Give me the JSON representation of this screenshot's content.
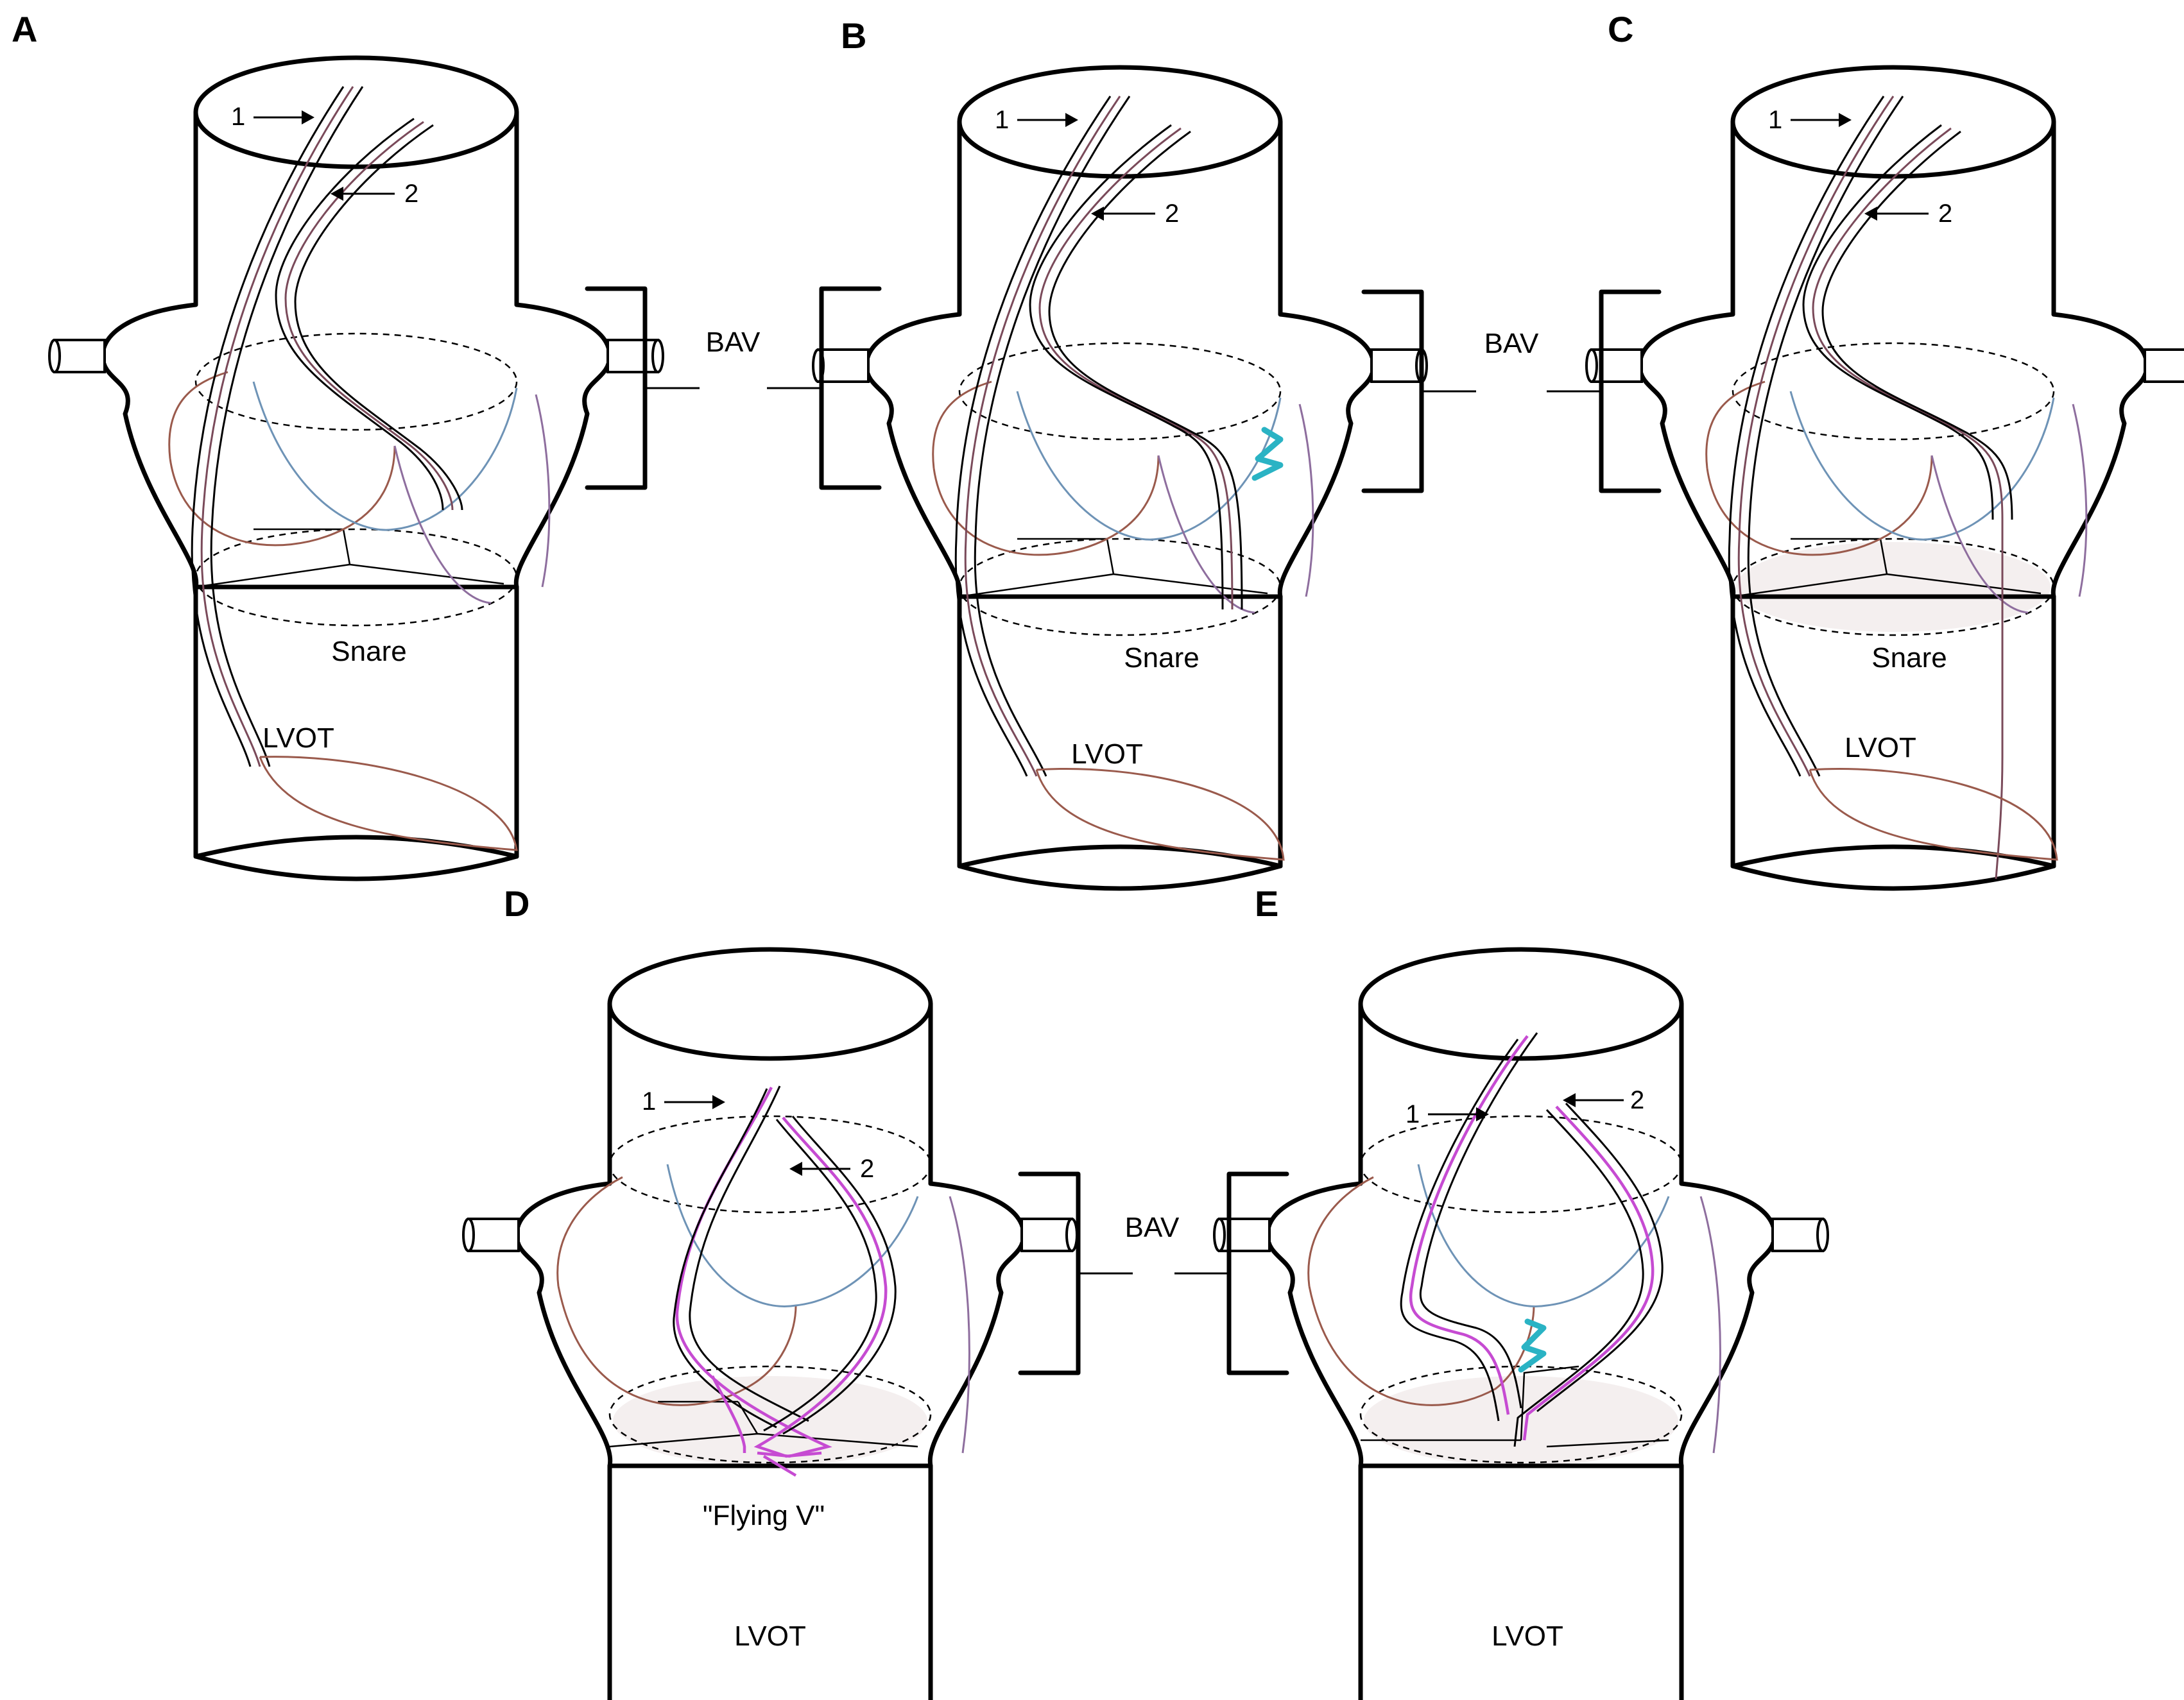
{
  "panels": {
    "a": {
      "letter": "A",
      "wire1": "1",
      "wire2": "2",
      "snare": "Snare",
      "lvot": "LVOT"
    },
    "b": {
      "letter": "B",
      "wire1": "1",
      "wire2": "2",
      "snare": "Snare",
      "lvot": "LVOT"
    },
    "c": {
      "letter": "C",
      "wire1": "1",
      "wire2": "2",
      "snare": "Snare",
      "lvot": "LVOT"
    },
    "d": {
      "letter": "D",
      "wire1": "1",
      "wire2": "2",
      "caption": "\"Flying V\"",
      "lvot": "LVOT"
    },
    "e": {
      "letter": "E",
      "wire1": "1",
      "wire2": "2",
      "lvot": "LVOT"
    }
  },
  "bav_labels": [
    "BAV",
    "BAV",
    "BAV"
  ],
  "colors": {
    "outline": "#000000",
    "leaflet_brown": "#9a5a4c",
    "leaflet_blue": "#6e93b6",
    "leaflet_purple": "#8e6e9e",
    "wire_magenta": "#c64bd2",
    "laceration_cyan": "#2ab3c4"
  }
}
